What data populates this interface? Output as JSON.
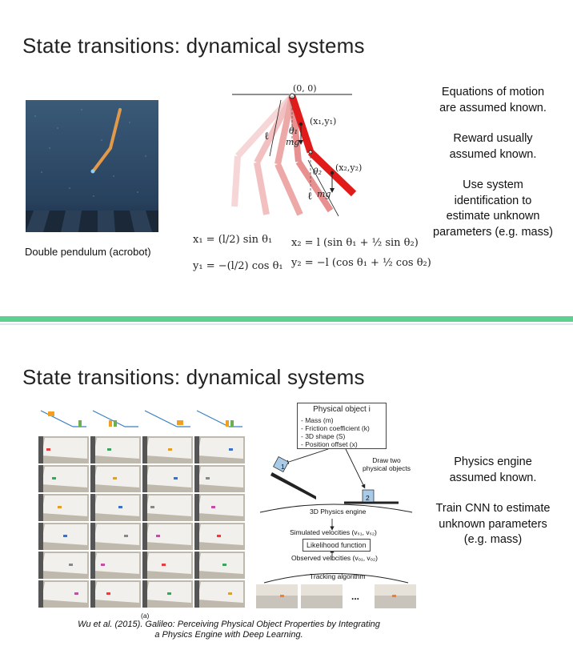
{
  "slide1": {
    "title": "State transitions: dynamical systems",
    "caption": "Double pendulum (acrobot)",
    "labels": {
      "origin": "(0, 0)",
      "p1": "(x₁,y₁)",
      "p2": "(x₂,y₂)",
      "theta1": "θ₁",
      "theta2": "θ₂",
      "mg1": "mg",
      "mg2": "mg",
      "ell1": "ℓ",
      "ell2": "ℓ"
    },
    "equations": {
      "x1": "x₁ = (l/2) sin θ₁",
      "y1": "y₁ = −(l/2) cos θ₁",
      "x2": "x₂ = l (sin θ₁ + ½ sin θ₂)",
      "y2": "y₂ = −l (cos θ₁ + ½ cos θ₂)"
    },
    "side_text": [
      "Equations of motion are assumed known.",
      "Reward usually assumed known.",
      "Use system identification to estimate unknown parameters (e.g. mass)"
    ]
  },
  "slide2": {
    "title": "State transitions: dynamical systems",
    "diagram": {
      "object_title": "Physical object i",
      "properties": [
        "- Mass (m)",
        "- Friction coefficient (k)",
        "- 3D shape (S)",
        "- Position offset (x)"
      ],
      "draw_two": "Draw two physical objects",
      "block1": "1",
      "block2": "2",
      "engine": "3D Physics engine",
      "simulated": "Simulated velocities (vₛ₁, vₛ₂)",
      "likelihood": "Likelihood function",
      "observed": "Observed velocities (vₒ₁, vₒ₂)",
      "tracking": "Tracking algorithm",
      "dots": "...",
      "panel_label": "(a)"
    },
    "side_text": [
      "Physics engine assumed known.",
      "Train CNN to estimate unknown parameters (e.g. mass)"
    ],
    "reference": "Wu et al. (2015). Galileo: Perceiving Physical Object Properties by Integrating a Physics Engine with Deep Learning."
  },
  "colors": {
    "divider": "#5fcf8f",
    "pendulum_red": "#e11a1a",
    "sim_background": "#2c4a6a"
  }
}
